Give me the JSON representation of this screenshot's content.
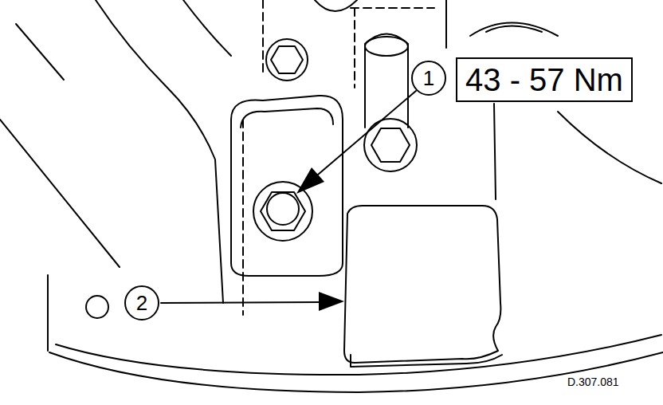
{
  "diagram": {
    "nodes": [
      {
        "text": [
          "1"
        ]
      },
      {
        "text": [
          "43 - 57 Nm"
        ]
      },
      {
        "text": [
          "2"
        ]
      }
    ],
    "labels": [
      "D.307.081"
    ]
  }
}
